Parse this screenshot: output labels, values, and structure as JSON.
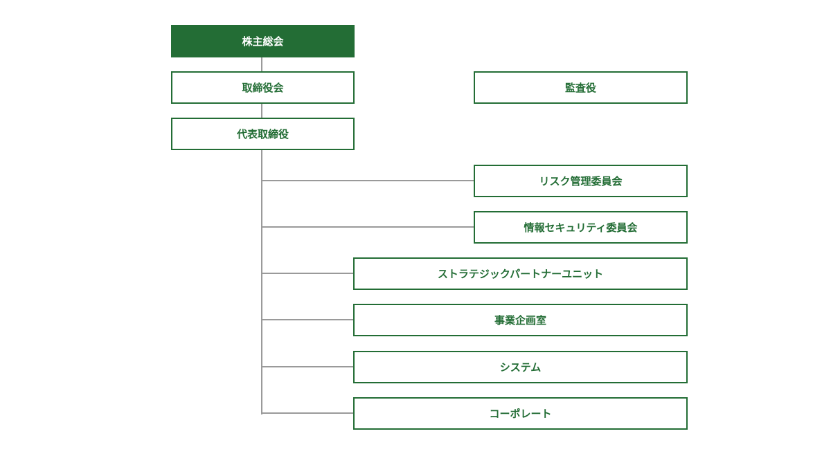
{
  "theme": {
    "accent": "#236d35",
    "line_color": "#9a9a9a",
    "background": "#ffffff"
  },
  "org_chart": {
    "shareholders_meeting": "株主総会",
    "board_of_directors": "取締役会",
    "audit": "監査役",
    "representative_director": "代表取締役",
    "committees": {
      "risk_management": "リスク管理委員会",
      "information_security": "情報セキュリティ委員会"
    },
    "units": {
      "strategic_partner": "ストラテジックパートナーユニット",
      "business_planning": "事業企画室",
      "system": "システム",
      "corporate": "コーポレート"
    }
  }
}
